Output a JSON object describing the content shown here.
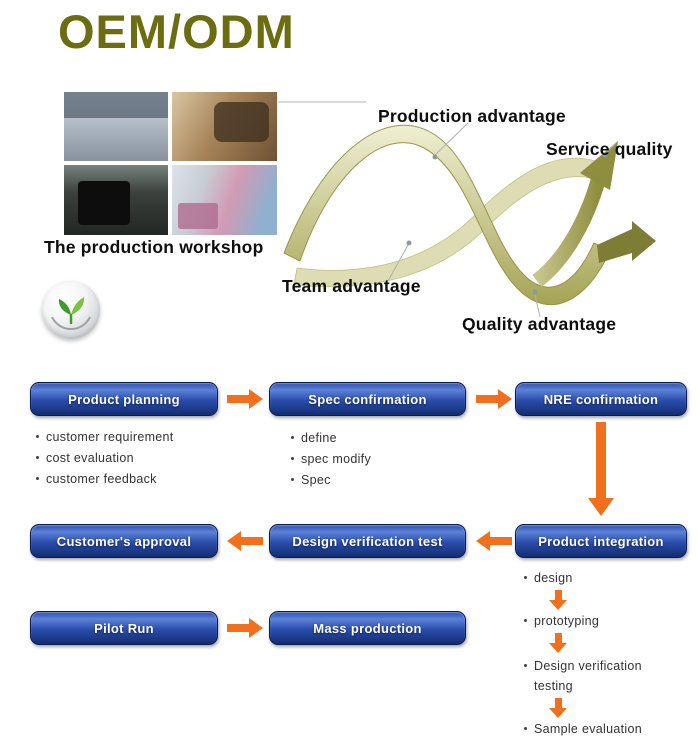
{
  "title": "OEM/ODM",
  "workshop": {
    "caption": "The production workshop",
    "photos": [
      "workshop-overview-photo",
      "device-closeup-photo",
      "dark-equipment-photo",
      "lab-machines-photo"
    ]
  },
  "icons": {
    "logo": "sprout-sphere-icon",
    "wave": "ribbon-wave-arrow-graphic"
  },
  "wave": {
    "labels": {
      "production": "Production advantage",
      "service": "Service quality",
      "team": "Team advantage",
      "quality": "Quality advantage"
    }
  },
  "flow": {
    "row1": {
      "b1": "Product planning",
      "b2": "Spec confirmation",
      "b3": "NRE confirmation"
    },
    "planning_bullets": [
      "customer requirement",
      "cost evaluation",
      "customer feedback"
    ],
    "spec_bullets": [
      "define",
      "spec modify",
      "Spec"
    ],
    "row2": {
      "b1": "Customer's approval",
      "b2": "Design verification test",
      "b3": "Product integration"
    },
    "integration_steps": [
      "design",
      "prototyping",
      "Design verification testing",
      "Sample evaluation"
    ],
    "row3": {
      "b1": "Pilot Run",
      "b2": "Mass production"
    }
  },
  "colors": {
    "title_olive": "#6c6c10",
    "button_blue": "#1e3f96",
    "arrow_orange": "#f2701d",
    "ribbon_olive": "#a5a455"
  }
}
